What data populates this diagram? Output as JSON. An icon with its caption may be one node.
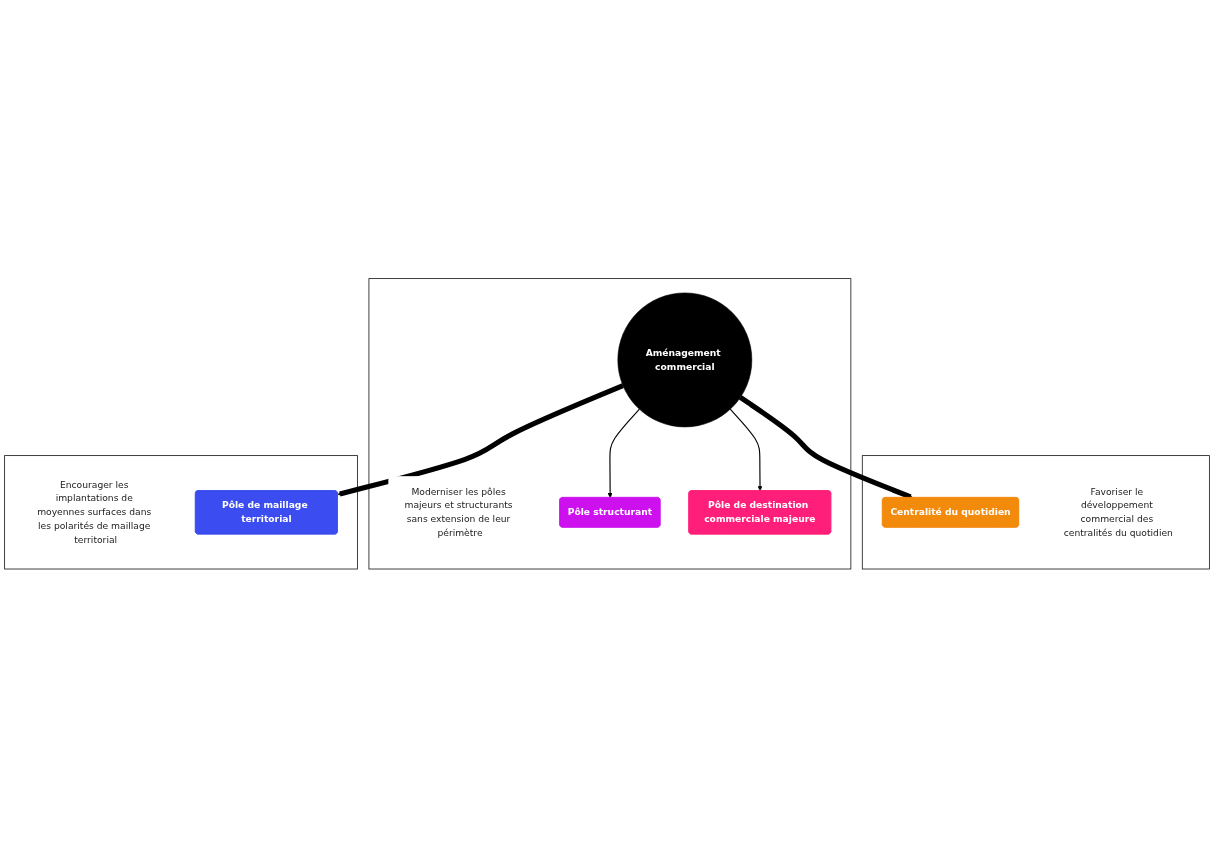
{
  "diagram": {
    "nodes": [
      {
        "text": [],
        "shape": "box"
      },
      {
        "text": [
          "Centralité du quotidien"
        ],
        "in": 0
      },
      {
        "text": [
          "Favoriser le développement commercial des centralités du quotidien"
        ],
        "in": 0
      },
      {
        "text": [],
        "shape": "box"
      },
      {
        "text": [
          "Pôle structurant"
        ],
        "in": 3
      },
      {
        "text": [
          "Moderniser les pôles majeurs et structurants sans extension de leur périmètre"
        ],
        "in": 3
      },
      {
        "text": [
          "Aménagement commercial"
        ],
        "in": 3
      },
      {
        "text": [
          "Pôle de destination commerciale majeure"
        ],
        "in": 3
      },
      {
        "text": [],
        "shape": "box"
      },
      {
        "text": [
          "Pôle de maillage territorial"
        ],
        "in": 8
      },
      {
        "text": [
          "Encourager les implantations de moyennes surfaces dans les polarités de maillage territorial"
        ],
        "in": 8
      }
    ],
    "edges": [
      {
        "from": 6,
        "to": 1,
        "arrow": "to",
        "style": "thick"
      },
      {
        "from": 6,
        "to": 4,
        "arrow": "to"
      },
      {
        "from": 6,
        "to": 7,
        "arrow": "to"
      },
      {
        "from": 6,
        "to": 9,
        "arrow": "to",
        "style": "thick"
      }
    ]
  }
}
